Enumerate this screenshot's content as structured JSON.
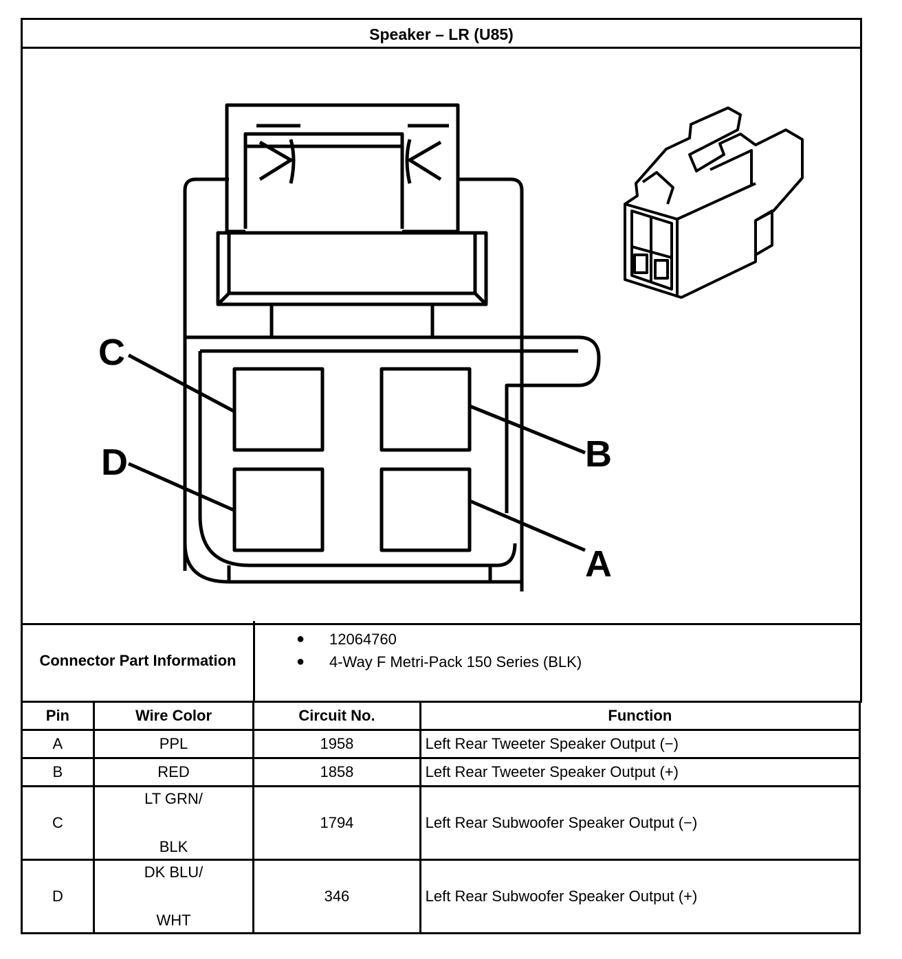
{
  "title": "Speaker – LR (U85)",
  "pin_callouts": [
    "C",
    "D",
    "B",
    "A"
  ],
  "connector_part_info": {
    "label": "Connector Part Information",
    "items": [
      "12064760",
      "4-Way F Metri-Pack 150 Series (BLK)"
    ]
  },
  "table": {
    "headers": [
      "Pin",
      "Wire Color",
      "Circuit No.",
      "Function"
    ],
    "rows": [
      {
        "pin": "A",
        "wire_color": [
          "PPL"
        ],
        "circuit": "1958",
        "function": "Left Rear Tweeter Speaker Output (−)"
      },
      {
        "pin": "B",
        "wire_color": [
          "RED"
        ],
        "circuit": "1858",
        "function": "Left Rear Tweeter Speaker Output (+)"
      },
      {
        "pin": "C",
        "wire_color": [
          "LT GRN/",
          "BLK"
        ],
        "circuit": "1794",
        "function": "Left Rear Subwoofer Speaker Output (−)"
      },
      {
        "pin": "D",
        "wire_color": [
          "DK BLU/",
          "WHT"
        ],
        "circuit": "346",
        "function": "Left Rear Subwoofer Speaker Output (+)"
      }
    ]
  }
}
